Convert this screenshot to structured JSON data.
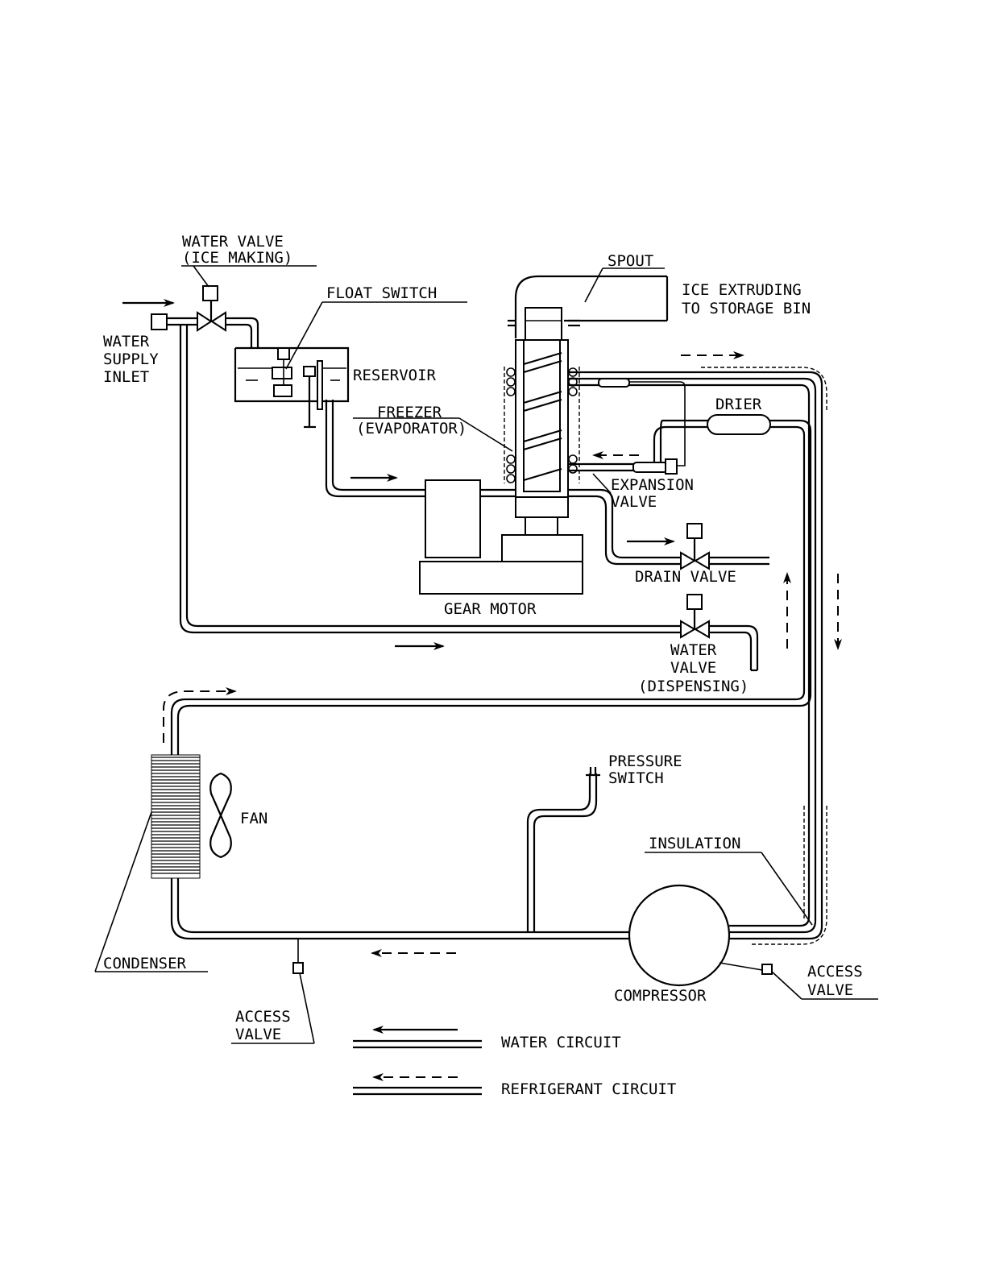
{
  "labels": {
    "water_valve_ice_line1": "WATER VALVE",
    "water_valve_ice_line2": "(ICE MAKING)",
    "float_switch": "FLOAT SWITCH",
    "spout": "SPOUT",
    "ice_extruding_line1": "ICE EXTRUDING",
    "ice_extruding_line2": "TO STORAGE BIN",
    "water_supply_line1": "WATER",
    "water_supply_line2": "SUPPLY",
    "water_supply_line3": "INLET",
    "reservoir": "RESERVOIR",
    "freezer_line1": "FREEZER",
    "freezer_line2": "(EVAPORATOR)",
    "drier": "DRIER",
    "expansion_line1": "EXPANSION",
    "expansion_line2": "VALVE",
    "drain_valve": "DRAIN VALVE",
    "gear_motor": "GEAR MOTOR",
    "water_valve_disp_line1": "WATER",
    "water_valve_disp_line2": "VALVE",
    "water_valve_disp_line3": "(DISPENSING)",
    "pressure_line1": "PRESSURE",
    "pressure_line2": "SWITCH",
    "fan": "FAN",
    "insulation": "INSULATION",
    "condenser": "CONDENSER",
    "access_valve_left_line1": "ACCESS",
    "access_valve_left_line2": "VALVE",
    "compressor": "COMPRESSOR",
    "access_valve_right_line1": "ACCESS",
    "access_valve_right_line2": "VALVE"
  },
  "legend": {
    "water_circuit": "WATER CIRCUIT",
    "refrigerant_circuit": "REFRIGERANT CIRCUIT"
  }
}
